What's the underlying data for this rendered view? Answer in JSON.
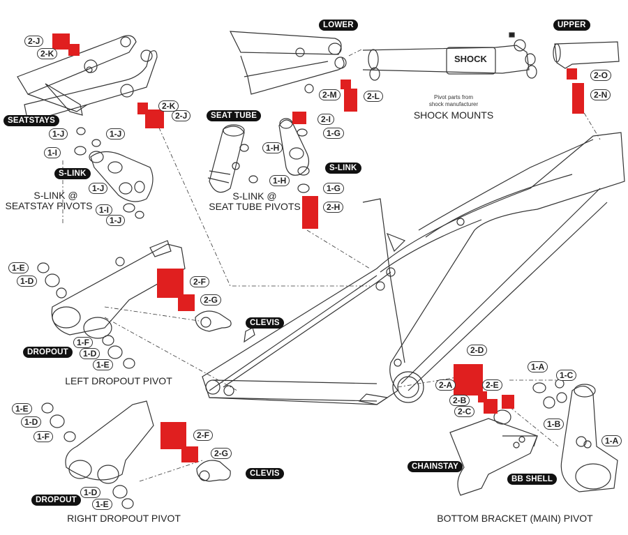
{
  "diagram": {
    "accent_color": "#e01f1f",
    "groups": {
      "seatstay": {
        "title_line1": "S-LINK @",
        "title_line2": "SEATSTAY PIVOTS",
        "tags": [
          "SEATSTAYS",
          "S-LINK"
        ],
        "callouts": [
          "2-J",
          "2-K",
          "2-K",
          "2-J",
          "1-J",
          "1-J",
          "1-I",
          "1-J",
          "1-I",
          "1-J"
        ]
      },
      "seat_tube": {
        "title_line1": "S-LINK @",
        "title_line2": "SEAT TUBE PIVOTS",
        "tags": [
          "SEAT TUBE",
          "S-LINK"
        ],
        "callouts": [
          "2-I",
          "1-G",
          "1-H",
          "1-H",
          "1-G",
          "2-H"
        ]
      },
      "shock_mounts": {
        "title": "SHOCK MOUNTS",
        "tags": [
          "LOWER",
          "UPPER"
        ],
        "shock_label": "SHOCK",
        "note_line1": "Pivot parts from",
        "note_line2": "shock manufacturer",
        "callouts": [
          "2-M",
          "2-L",
          "2-O",
          "2-N"
        ]
      },
      "left_dropout": {
        "title": "LEFT DROPOUT PIVOT",
        "tags": [
          "DROPOUT",
          "CLEVIS"
        ],
        "callouts": [
          "1-E",
          "1-D",
          "2-F",
          "2-G",
          "1-F",
          "1-D",
          "1-E"
        ]
      },
      "right_dropout": {
        "title": "RIGHT DROPOUT PIVOT",
        "tags": [
          "DROPOUT",
          "CLEVIS"
        ],
        "callouts": [
          "1-E",
          "1-D",
          "1-F",
          "2-F",
          "2-G",
          "1-D",
          "1-E"
        ]
      },
      "bottom_bracket": {
        "title": "BOTTOM BRACKET (MAIN) PIVOT",
        "tags": [
          "CHAINSTAY",
          "BB SHELL"
        ],
        "callouts": [
          "2-D",
          "2-A",
          "2-E",
          "2-B",
          "2-C",
          "1-A",
          "1-C",
          "1-B",
          "1-A"
        ]
      }
    }
  }
}
